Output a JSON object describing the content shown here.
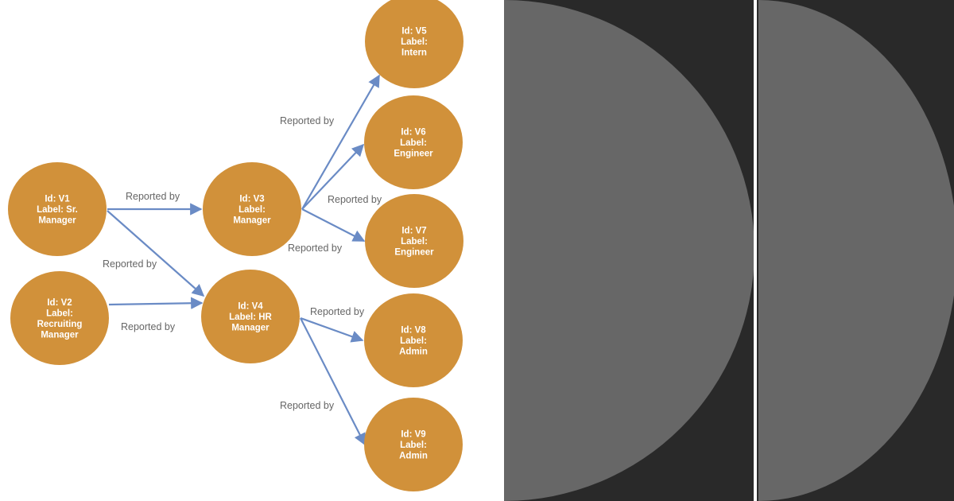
{
  "colors": {
    "node_fill": "#D1913A",
    "edge": "#6A8BC5",
    "edge_label": "#666666",
    "panel_bg": "#292929",
    "half_circle": "#676767"
  },
  "nodes": [
    {
      "id": "V1",
      "lines": [
        "Id: V1",
        "Label: Sr.",
        "Manager"
      ]
    },
    {
      "id": "V2",
      "lines": [
        "Id: V2",
        "Label:",
        "Recruiting",
        "Manager"
      ]
    },
    {
      "id": "V3",
      "lines": [
        "Id: V3",
        "Label:",
        "Manager"
      ]
    },
    {
      "id": "V4",
      "lines": [
        "Id: V4",
        "Label: HR",
        "Manager"
      ]
    },
    {
      "id": "V5",
      "lines": [
        "Id: V5",
        "Label:",
        "Intern"
      ]
    },
    {
      "id": "V6",
      "lines": [
        "Id: V6",
        "Label:",
        "Engineer"
      ]
    },
    {
      "id": "V7",
      "lines": [
        "Id: V7",
        "Label:",
        "Engineer"
      ]
    },
    {
      "id": "V8",
      "lines": [
        "Id: V8",
        "Label:",
        "Admin"
      ]
    },
    {
      "id": "V9",
      "lines": [
        "Id: V9",
        "Label:",
        "Admin"
      ]
    }
  ],
  "edges": [
    {
      "from": "V1",
      "to": "V3",
      "label": "Reported by"
    },
    {
      "from": "V1",
      "to": "V4",
      "label": "Reported by"
    },
    {
      "from": "V2",
      "to": "V4",
      "label": "Reported by"
    },
    {
      "from": "V3",
      "to": "V5",
      "label": "Reported by"
    },
    {
      "from": "V3",
      "to": "V6",
      "label": "Reported by"
    },
    {
      "from": "V3",
      "to": "V7",
      "label": "Reported by"
    },
    {
      "from": "V4",
      "to": "V8",
      "label": "Reported by"
    },
    {
      "from": "V4",
      "to": "V9",
      "label": "Reported by"
    }
  ]
}
